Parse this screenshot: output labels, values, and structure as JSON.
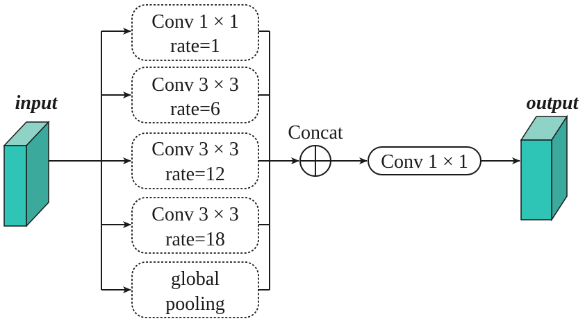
{
  "input_label": "input",
  "output_label": "output",
  "concat_label": "Concat",
  "branches": [
    {
      "line1": "Conv 1 × 1",
      "line2": "rate=1"
    },
    {
      "line1": "Conv 3 × 3",
      "line2": "rate=6"
    },
    {
      "line1": "Conv 3 × 3",
      "line2": "rate=12"
    },
    {
      "line1": "Conv 3 × 3",
      "line2": "rate=18"
    },
    {
      "line1": "global",
      "line2": "pooling"
    }
  ],
  "final_conv": "Conv 1 × 1",
  "colors": {
    "cube_front": "#2ec4b6",
    "cube_top": "#8fd3c7",
    "cube_side": "#3ba99c"
  }
}
